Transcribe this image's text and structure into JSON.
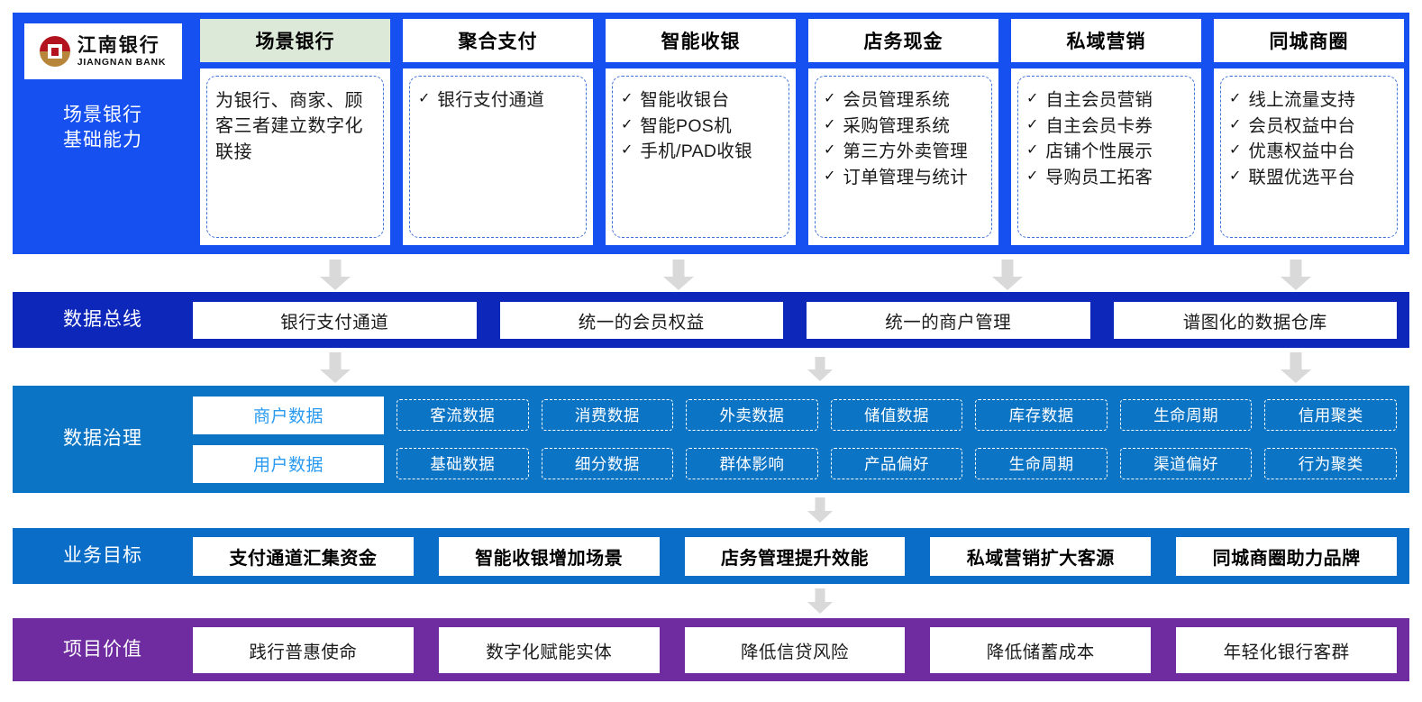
{
  "brand": {
    "name_cn": "江南银行",
    "name_en": "JIANGNAN BANK",
    "colors": {
      "logo_red": "#b3121f",
      "logo_gold": "#b8863b"
    }
  },
  "bands": {
    "scenario": {
      "label": "场景银行\n基础能力",
      "label_line1": "场景银行",
      "label_line2": "基础能力",
      "bg": "#1650f0",
      "active_tab_bg": "#dde9d8",
      "columns": [
        {
          "tab": "场景银行",
          "active": true,
          "paragraph": "为银行、商家、顾客三者建立数字化联接",
          "items": []
        },
        {
          "tab": "聚合支付",
          "active": false,
          "paragraph": "",
          "items": [
            "银行支付通道"
          ]
        },
        {
          "tab": "智能收银",
          "active": false,
          "paragraph": "",
          "items": [
            "智能收银台",
            "智能POS机",
            "手机/PAD收银"
          ]
        },
        {
          "tab": "店务现金",
          "active": false,
          "paragraph": "",
          "items": [
            "会员管理系统",
            "采购管理系统",
            "第三方外卖管理",
            "订单管理与统计"
          ]
        },
        {
          "tab": "私域营销",
          "active": false,
          "paragraph": "",
          "items": [
            "自主会员营销",
            "自主会员卡券",
            "店铺个性展示",
            "导购员工拓客"
          ]
        },
        {
          "tab": "同城商圈",
          "active": false,
          "paragraph": "",
          "items": [
            "线上流量支持",
            "会员权益中台",
            "优惠权益中台",
            "联盟优选平台"
          ]
        }
      ]
    },
    "bus": {
      "label": "数据总线",
      "bg": "#0d27bb",
      "items": [
        "银行支付通道",
        "统一的会员权益",
        "统一的商户管理",
        "谱图化的数据仓库"
      ]
    },
    "governance": {
      "label": "数据治理",
      "bg": "#0b74c4",
      "rows": [
        {
          "main": "商户数据",
          "tags": [
            "客流数据",
            "消费数据",
            "外卖数据",
            "储值数据",
            "库存数据",
            "生命周期",
            "信用聚类"
          ]
        },
        {
          "main": "用户数据",
          "tags": [
            "基础数据",
            "细分数据",
            "群体影响",
            "产品偏好",
            "生命周期",
            "渠道偏好",
            "行为聚类"
          ]
        }
      ]
    },
    "goals": {
      "label": "业务目标",
      "bg": "#0a6ec9",
      "items": [
        "支付通道汇集资金",
        "智能收银增加场景",
        "店务管理提升效能",
        "私域营销扩大客源",
        "同城商圈助力品牌"
      ]
    },
    "value": {
      "label": "项目价值",
      "bg": "#6f2ba0",
      "items": [
        "践行普惠使命",
        "数字化赋能实体",
        "降低信贷风险",
        "降低储蓄成本",
        "年轻化银行客群"
      ]
    }
  },
  "arrows": {
    "color": "#d9d9d9",
    "glyph": "down-arrow",
    "row1": [
      372,
      753,
      1118,
      1438
    ],
    "row2": [
      372,
      910,
      1438
    ],
    "row3": [
      910
    ],
    "row4": [
      910
    ]
  }
}
